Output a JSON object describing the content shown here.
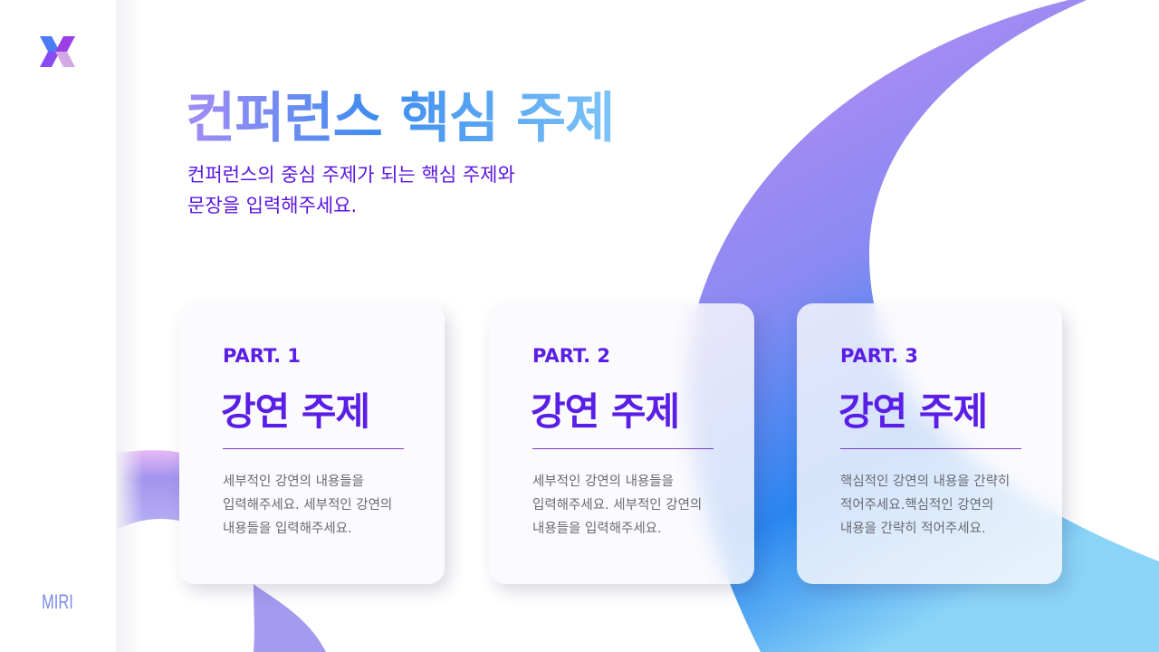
{
  "brand": {
    "name": "MIRI",
    "logo_icon": "x-logo-icon"
  },
  "header": {
    "title": "컨퍼런스 핵심 주제",
    "subtitle_line1": "컨퍼런스의 중심 주제가 되는 핵심 주제와",
    "subtitle_line2": "문장을 입력해주세요."
  },
  "cards": [
    {
      "part": "PART. 1",
      "topic": "강연 주제",
      "desc": "세부적인 강연의 내용들을 입력해주세요. 세부적인 강연의 내용들을 입력해주세요."
    },
    {
      "part": "PART. 2",
      "topic": "강연 주제",
      "desc": "세부적인 강연의 내용들을 입력해주세요. 세부적인 강연의 내용들을 입력해주세요."
    },
    {
      "part": "PART. 3",
      "topic": "강연 주제",
      "desc": "핵심적인 강연의 내용을 간략히 적어주세요.핵심적인 강연의 내용을 간략히 적어주세요."
    }
  ],
  "colors": {
    "accent_purple": "#5a1ee6",
    "title_gradient_start": "#a48cf5",
    "title_gradient_mid": "#3d8cf0",
    "title_gradient_end": "#7cc4f7",
    "arc_top": "#c08cf2",
    "arc_bottom": "#2a86f0",
    "brand_text": "#7c8ce8",
    "desc_text": "#6a6a72"
  }
}
